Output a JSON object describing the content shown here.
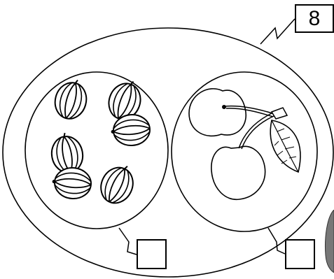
{
  "worksheet": {
    "total_box": {
      "value": "8"
    },
    "left_box": {
      "value": ""
    },
    "right_box": {
      "value": ""
    },
    "left_group": {
      "item_icon": "watermelon-icon",
      "count": 6
    },
    "right_group": {
      "item_icon": "cherry-icon",
      "count": 2
    },
    "colors": {
      "ink": "#000000",
      "paper": "#ffffff"
    }
  }
}
